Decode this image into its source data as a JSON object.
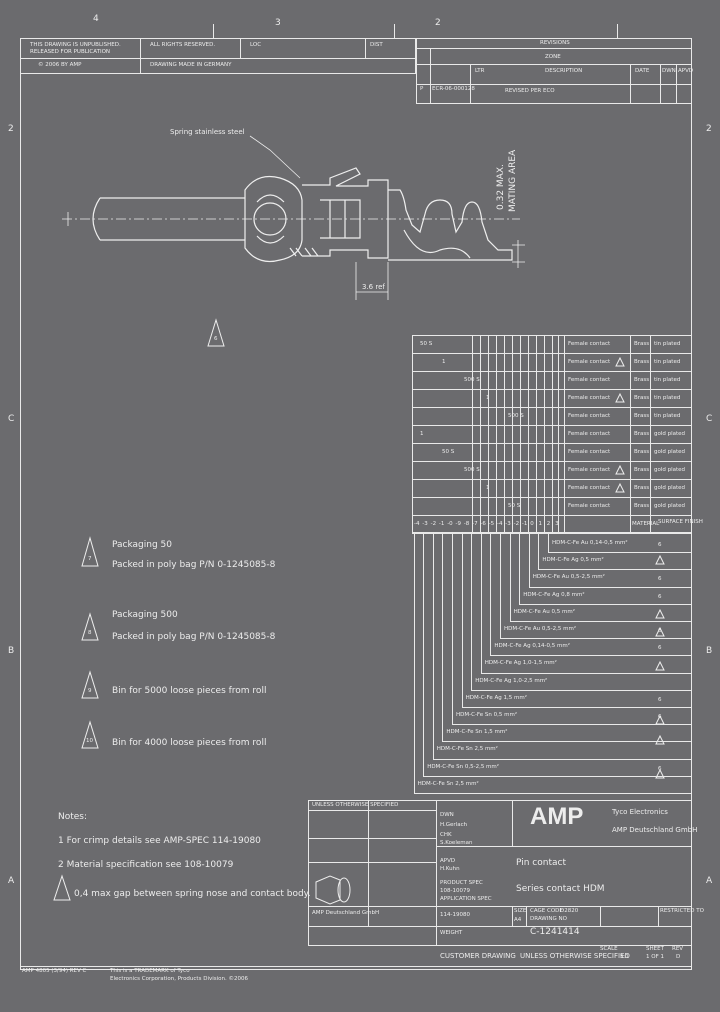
{
  "zones": {
    "top": [
      "4",
      "3",
      "2"
    ],
    "side": [
      "2",
      "C",
      "B",
      "A"
    ]
  },
  "header_left": {
    "line1": "THIS DRAWING IS UNPUBLISHED.",
    "line2": "RELEASED FOR PUBLICATION",
    "line3": "ALL RIGHTS RESERVED.",
    "copyright": "© 2006 BY AMP",
    "loc": "LOC",
    "dist": "DIST",
    "lang_note": "DRAWING MADE IN GERMANY"
  },
  "revision_block": {
    "title": "REVISIONS",
    "subtitle": "ZONE",
    "ltr_label": "LTR",
    "desc_label": "DESCRIPTION",
    "date_label": "DATE",
    "dwn_label": "DWN",
    "apvd_label": "APVD",
    "p_label": "P",
    "rev_text": "REVISED PER ECO",
    "ecr": "ECR-06-000128"
  },
  "drawing_annotations": {
    "spring_label": "Spring stainless steel",
    "mating_note_1": "0.32 MAX.",
    "mating_note_2": "MATING AREA",
    "dim_label": "3.6 ref",
    "view_flag": "6"
  },
  "part_table": {
    "top_rows": [
      "Female contact",
      "Female contact",
      "Female contact",
      "Female contact",
      "Female contact",
      "Female contact",
      "Female contact",
      "Female contact",
      "Female contact",
      "Female contact"
    ],
    "materials": [
      "Brass",
      "Brass",
      "Brass",
      "Brass",
      "Brass",
      "Brass",
      "Brass",
      "Brass",
      "Brass",
      "Brass"
    ],
    "finishes": [
      "tin plated",
      "tin plated",
      "tin plated",
      "tin plated",
      "tin plated",
      "gold plated",
      "gold plated",
      "gold plated",
      "gold plated",
      "gold plated"
    ],
    "marks": [
      "50 S",
      "1",
      "500 S",
      "1",
      "500 S",
      "1",
      "50 S",
      "500 S",
      "1",
      "50 S"
    ],
    "header_cells": [
      "-4",
      "-3",
      "-2",
      "-1",
      "-0",
      "-9",
      "-8",
      "-7",
      "-6",
      "-5",
      "-4",
      "-3",
      "-2",
      "-1",
      "0",
      "1",
      "2",
      "3"
    ],
    "header_material": "MATERIAL",
    "header_finish": "SURFACE FINISH",
    "descriptions": [
      "HDM-C-Fe Au 0,14-0,5 mm²",
      "HDM-C-Fe Ag 0,5 mm²",
      "HDM-C-Fe Au 0,5-2,5 mm²",
      "HDM-C-Fe Ag 0,8 mm²",
      "HDM-C-Fe Au 0,5 mm²",
      "HDM-C-Fe Au 0,5-2,5 mm²",
      "HDM-C-Fe Ag 0,14-0,5 mm²",
      "HDM-C-Fe Ag 1,0-1,5 mm²",
      "HDM-C-Fe Ag 1,0-2,5 mm²",
      "HDM-C-Fe Ag 1,5 mm²",
      "HDM-C-Fe Sn 0,5 mm²",
      "HDM-C-Fe Sn 1,5 mm²",
      "HDM-C-Fe Sn 2,5 mm²",
      "HDM-C-Fe Sn 0,5-2,5 mm²",
      "HDM-C-Fe Sn 2,5 mm²"
    ],
    "flags": [
      "6",
      "",
      "6",
      "6",
      "",
      "6",
      "6",
      "",
      "",
      "6",
      "6",
      "",
      "",
      "6",
      ""
    ]
  },
  "notes_flags": [
    {
      "flag": "7",
      "line1": "Packaging 50",
      "line2": "Packed in poly bag P/N 0-1245085-8"
    },
    {
      "flag": "8",
      "line1": "Packaging 500",
      "line2": "Packed in poly bag P/N 0-1245085-8"
    },
    {
      "flag": "9",
      "line1": "Bin for 5000 loose pieces from roll",
      "line2": ""
    },
    {
      "flag": "10",
      "line1": "Bin for 4000 loose pieces from roll",
      "line2": ""
    }
  ],
  "notes": {
    "title": "Notes:",
    "n1": "1  For crimp details see AMP-SPEC 114-19080",
    "n2": "2  Material specification see 108-10079",
    "n3": "0,4 max gap between spring nose and contact body."
  },
  "title_block": {
    "company": "AMP",
    "company_line1": "Tyco Electronics",
    "company_line2": "AMP Deutschland GmbH",
    "title1": "Pin contact",
    "title2": "Series contact HDM",
    "size_label": "SIZE",
    "size_value": "A4",
    "cage_label": "CAGE CODE",
    "cage_value": "D2820",
    "dwg_label": "DRAWING NO",
    "dwg_value": "C-1241414",
    "rest_label": "RESTRICTED TO",
    "scale_label": "SCALE",
    "scale_value": "5:1",
    "sheet_label": "SHEET",
    "sheet_value": "1 OF 1",
    "rev_label": "REV",
    "rev_value": "D",
    "customer_drawing": "CUSTOMER DRAWING",
    "tol_note": "UNLESS OTHERWISE SPECIFIED",
    "dwn": "DWN",
    "chk": "CHK",
    "appr": "APVD",
    "dwn_name": "H.Gerlach",
    "chk_name": "S.Koeleman",
    "appr_name": "H.Kuhn",
    "product_spec": "PRODUCT SPEC",
    "product_spec_val": "108-10079",
    "application_spec": "APPLICATION SPEC",
    "application_spec_val": "114-19080",
    "weight": "WEIGHT",
    "customer_contact": "AMP Deutschland GmbH"
  },
  "footer": {
    "left1": "AMP 4805 (3/94) REV C",
    "left2": "This is a TRADEMARK of Tyco",
    "left3": "Electronics Corporation, Products Division. ©2006",
    "mid": "CUSTOMER DRAWING",
    "right": "UNLESS OTHERWISE SPECIFIED"
  }
}
